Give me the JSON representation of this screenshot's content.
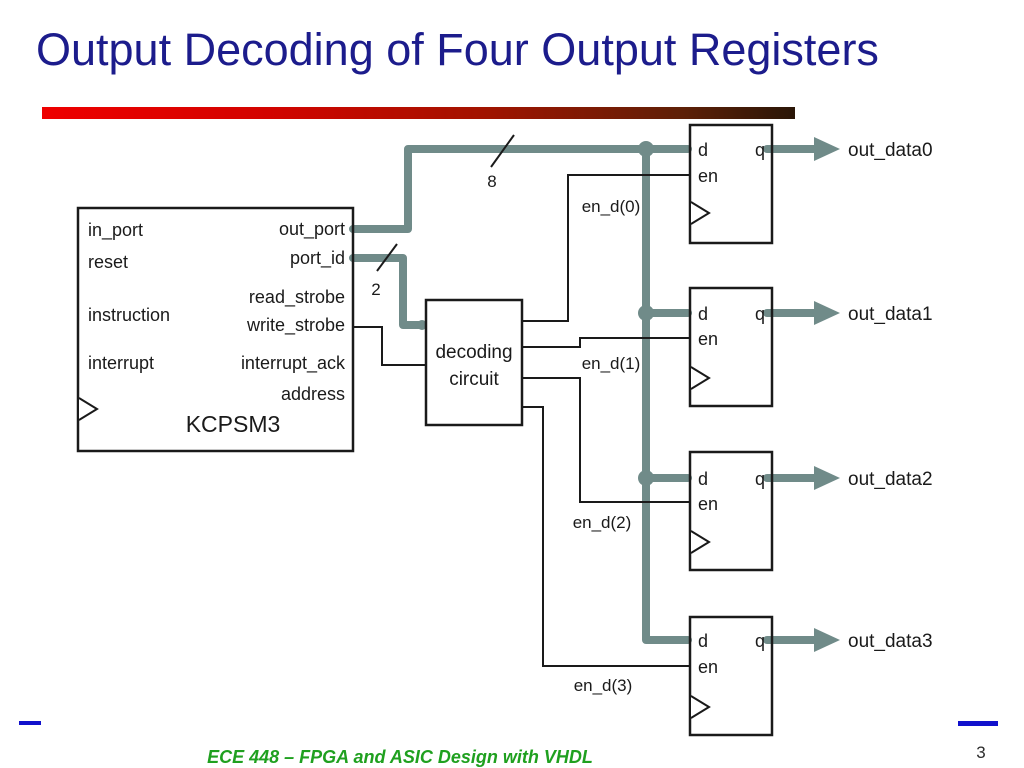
{
  "slide": {
    "title": "Output Decoding of Four Output Registers",
    "footer": "ECE 448 – FPGA and ASIC Design with VHDL",
    "page_number": "3"
  },
  "colors": {
    "title_blue": "#1c1c8c",
    "bus_gray": "#708b89",
    "line_black": "#1a1a1a",
    "footer_green": "#1fa01f",
    "accent_blue": "#1111cc"
  },
  "diagram": {
    "kcpsm3": {
      "name": "KCPSM3",
      "left_ports": [
        "in_port",
        "reset",
        "instruction",
        "interrupt"
      ],
      "right_ports": [
        "out_port",
        "port_id",
        "read_strobe",
        "write_strobe",
        "interrupt_ack",
        "address"
      ]
    },
    "decoder": {
      "line1": "decoding",
      "line2": "circuit"
    },
    "buses": {
      "out_port_width": "8",
      "port_id_width": "2"
    },
    "registers": [
      {
        "d": "d",
        "en": "en",
        "q": "q",
        "enable": "en_d(0)",
        "output": "out_data0"
      },
      {
        "d": "d",
        "en": "en",
        "q": "q",
        "enable": "en_d(1)",
        "output": "out_data1"
      },
      {
        "d": "d",
        "en": "en",
        "q": "q",
        "enable": "en_d(2)",
        "output": "out_data2"
      },
      {
        "d": "d",
        "en": "en",
        "q": "q",
        "enable": "en_d(3)",
        "output": "out_data3"
      }
    ]
  }
}
